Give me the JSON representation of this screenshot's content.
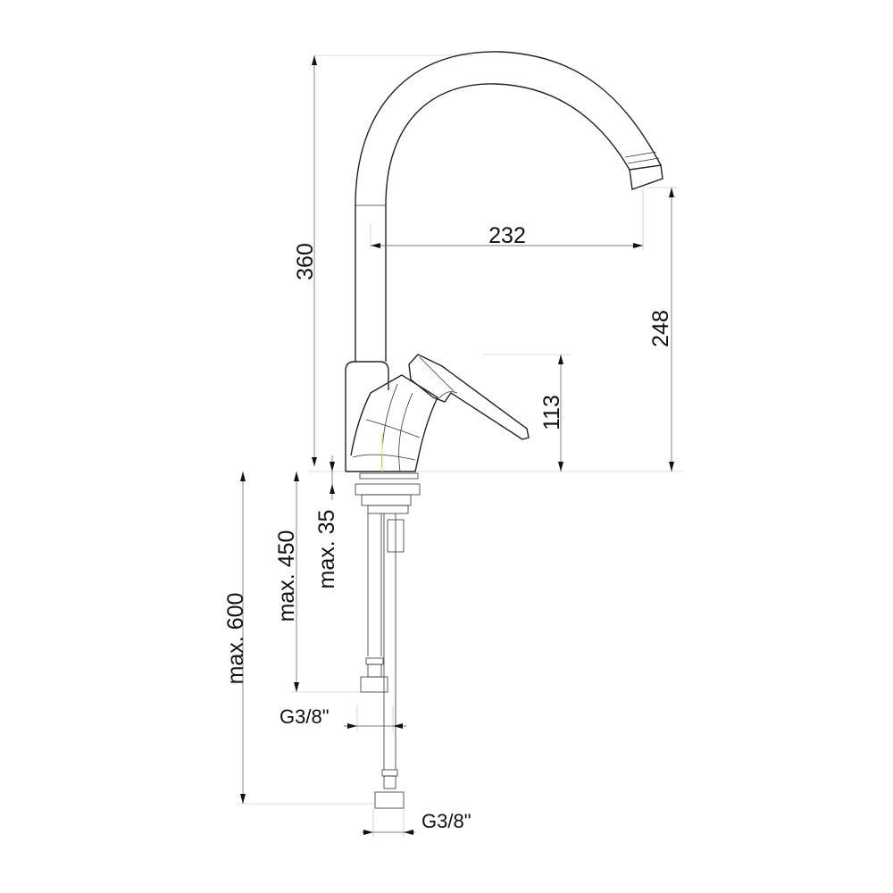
{
  "dimensions": {
    "total_height": "360",
    "spout_reach": "232",
    "spout_height": "248",
    "lever_height": "113",
    "max_600": "max. 600",
    "max_450": "max. 450",
    "max_35": "max. 35",
    "thread_upper": "G3/8\"",
    "thread_lower": "G3/8\""
  },
  "colors": {
    "line": "#222222",
    "accent": "#e8e87a"
  }
}
